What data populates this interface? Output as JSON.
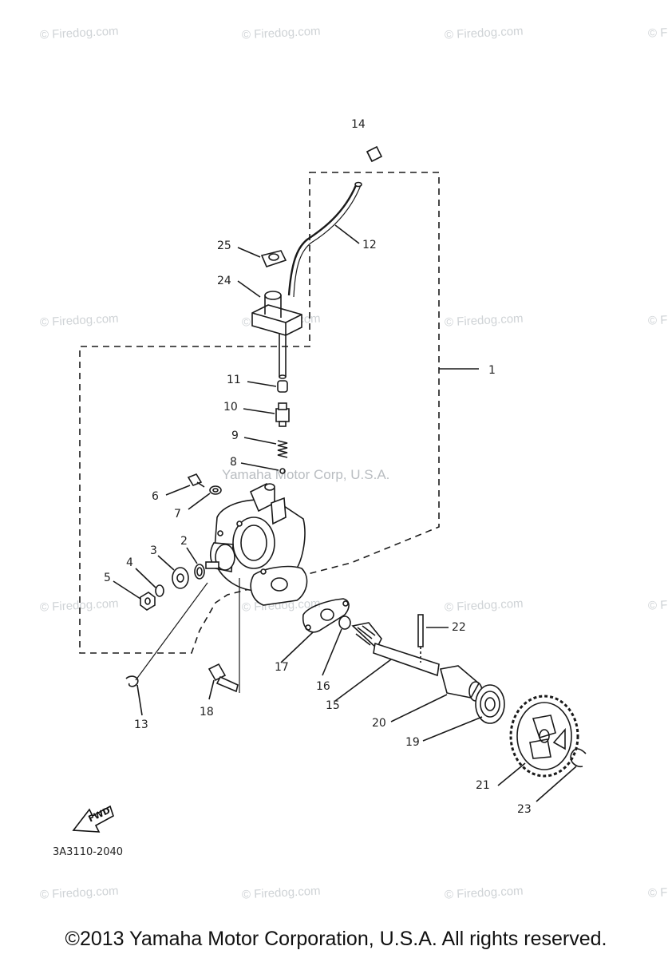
{
  "watermarks": {
    "text": "© Firedog.com",
    "edge_text": "© F",
    "center": "Yamaha Motor Corp, U.S.A."
  },
  "callouts": {
    "n1": "1",
    "n2": "2",
    "n3": "3",
    "n4": "4",
    "n5": "5",
    "n6": "6",
    "n7": "7",
    "n8": "8",
    "n9": "9",
    "n10": "10",
    "n11": "11",
    "n12": "12",
    "n13": "13",
    "n14": "14",
    "n15": "15",
    "n16": "16",
    "n17": "17",
    "n18": "18",
    "n19": "19",
    "n20": "20",
    "n21": "21",
    "n22": "22",
    "n23": "23",
    "n24": "24",
    "n25": "25"
  },
  "drawing_code": "3A3110-2040",
  "fwd_marker": "FWD",
  "copyright": "©2013 Yamaha Motor Corporation, U.S.A. All rights reserved."
}
